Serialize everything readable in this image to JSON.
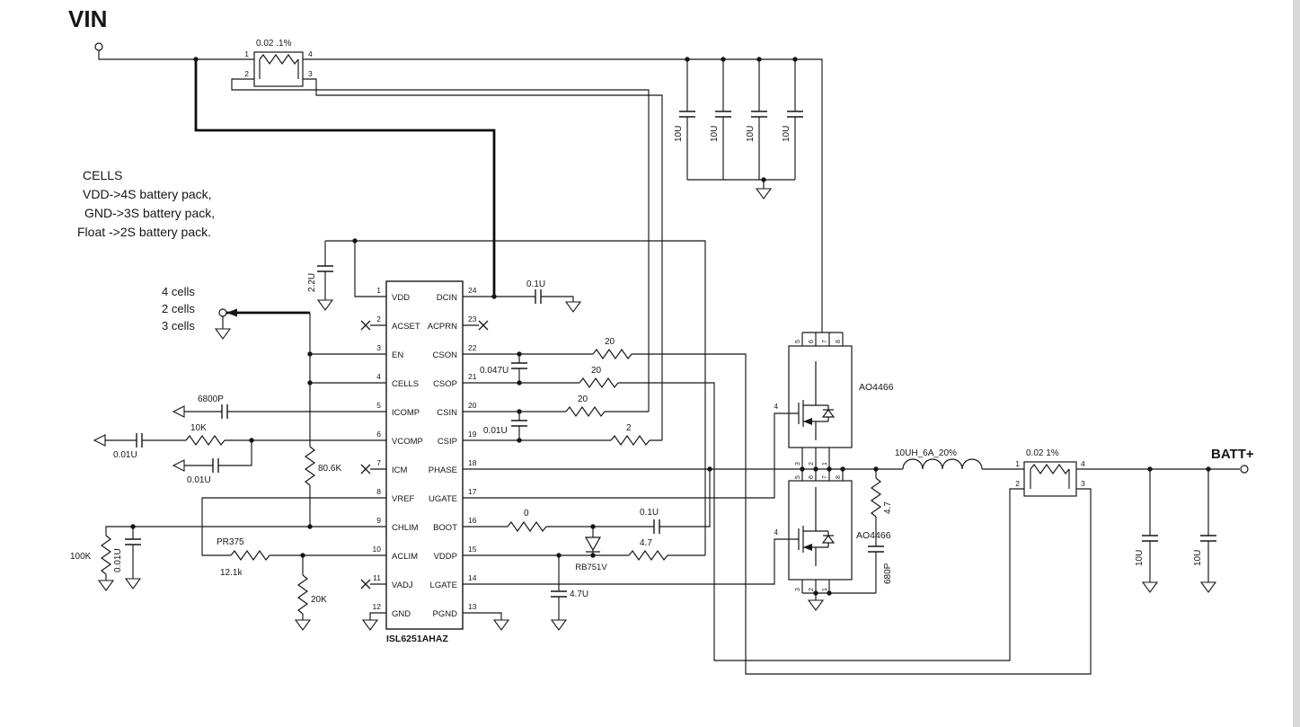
{
  "labels": {
    "vin": "VIN",
    "batt": "BATT+",
    "rsense_in": "0.02 .1%",
    "rsense_out": "0.02 1%",
    "cin": [
      "10U",
      "10U",
      "10U",
      "10U"
    ],
    "cout": [
      "10U",
      "10U"
    ],
    "cvdd": "2.2U",
    "cdcin": "0.1U",
    "r_cson": "20",
    "r_csop": "20",
    "r_csin": "20",
    "r_csip": "2",
    "c_cs_diff1": "0.047U",
    "c_cs_diff2": "0.01U",
    "c_icomp": "6800P",
    "r_vcomp": "10K",
    "c_vcomp1": "0.01U",
    "c_vcomp2": "0.01U",
    "r_div": "80.6K",
    "r_aclim_name": "PR375",
    "r_aclim": "12.1k",
    "r_chlim": "100K",
    "c_chlim": "0.01U",
    "r_vadj": "20K",
    "d_boot": "RB751V",
    "r_boot": "0",
    "c_boot": "0.1U",
    "c_vddp": "4.7U",
    "r_vddp": "4.7",
    "q1": "AO4466",
    "q2": "AO4466",
    "r_snub": "4.7",
    "c_snub": "680P",
    "l1": "10UH_6A_20%"
  },
  "note": {
    "title": "CELLS",
    "line1": "VDD->4S battery pack,",
    "line2": "GND->3S battery pack,",
    "line3": "Float ->2S battery pack."
  },
  "cells": {
    "opt4": "4 cells",
    "opt2": "2 cells",
    "opt3": "3 cells"
  },
  "rsense_pins": {
    "p1": "1",
    "p2": "2",
    "p3": "3",
    "p4": "4"
  },
  "mosfet_pins": {
    "gate": "4",
    "drain": [
      "5",
      "6",
      "7",
      "8"
    ],
    "source": [
      "3",
      "2",
      "1"
    ]
  },
  "ic": {
    "part": "ISL6251AHAZ",
    "left_pins": [
      {
        "num": "1",
        "name": "VDD"
      },
      {
        "num": "2",
        "name": "ACSET"
      },
      {
        "num": "3",
        "name": "EN"
      },
      {
        "num": "4",
        "name": "CELLS"
      },
      {
        "num": "5",
        "name": "ICOMP"
      },
      {
        "num": "6",
        "name": "VCOMP"
      },
      {
        "num": "7",
        "name": "ICM"
      },
      {
        "num": "8",
        "name": "VREF"
      },
      {
        "num": "9",
        "name": "CHLIM"
      },
      {
        "num": "10",
        "name": "ACLIM"
      },
      {
        "num": "11",
        "name": "VADJ"
      },
      {
        "num": "12",
        "name": "GND"
      }
    ],
    "right_pins": [
      {
        "num": "24",
        "name": "DCIN"
      },
      {
        "num": "23",
        "name": "ACPRN"
      },
      {
        "num": "22",
        "name": "CSON"
      },
      {
        "num": "21",
        "name": "CSOP"
      },
      {
        "num": "20",
        "name": "CSIN"
      },
      {
        "num": "19",
        "name": "CSIP"
      },
      {
        "num": "18",
        "name": "PHASE"
      },
      {
        "num": "17",
        "name": "UGATE"
      },
      {
        "num": "16",
        "name": "BOOT"
      },
      {
        "num": "15",
        "name": "VDDP"
      },
      {
        "num": "14",
        "name": "LGATE"
      },
      {
        "num": "13",
        "name": "PGND"
      }
    ]
  }
}
